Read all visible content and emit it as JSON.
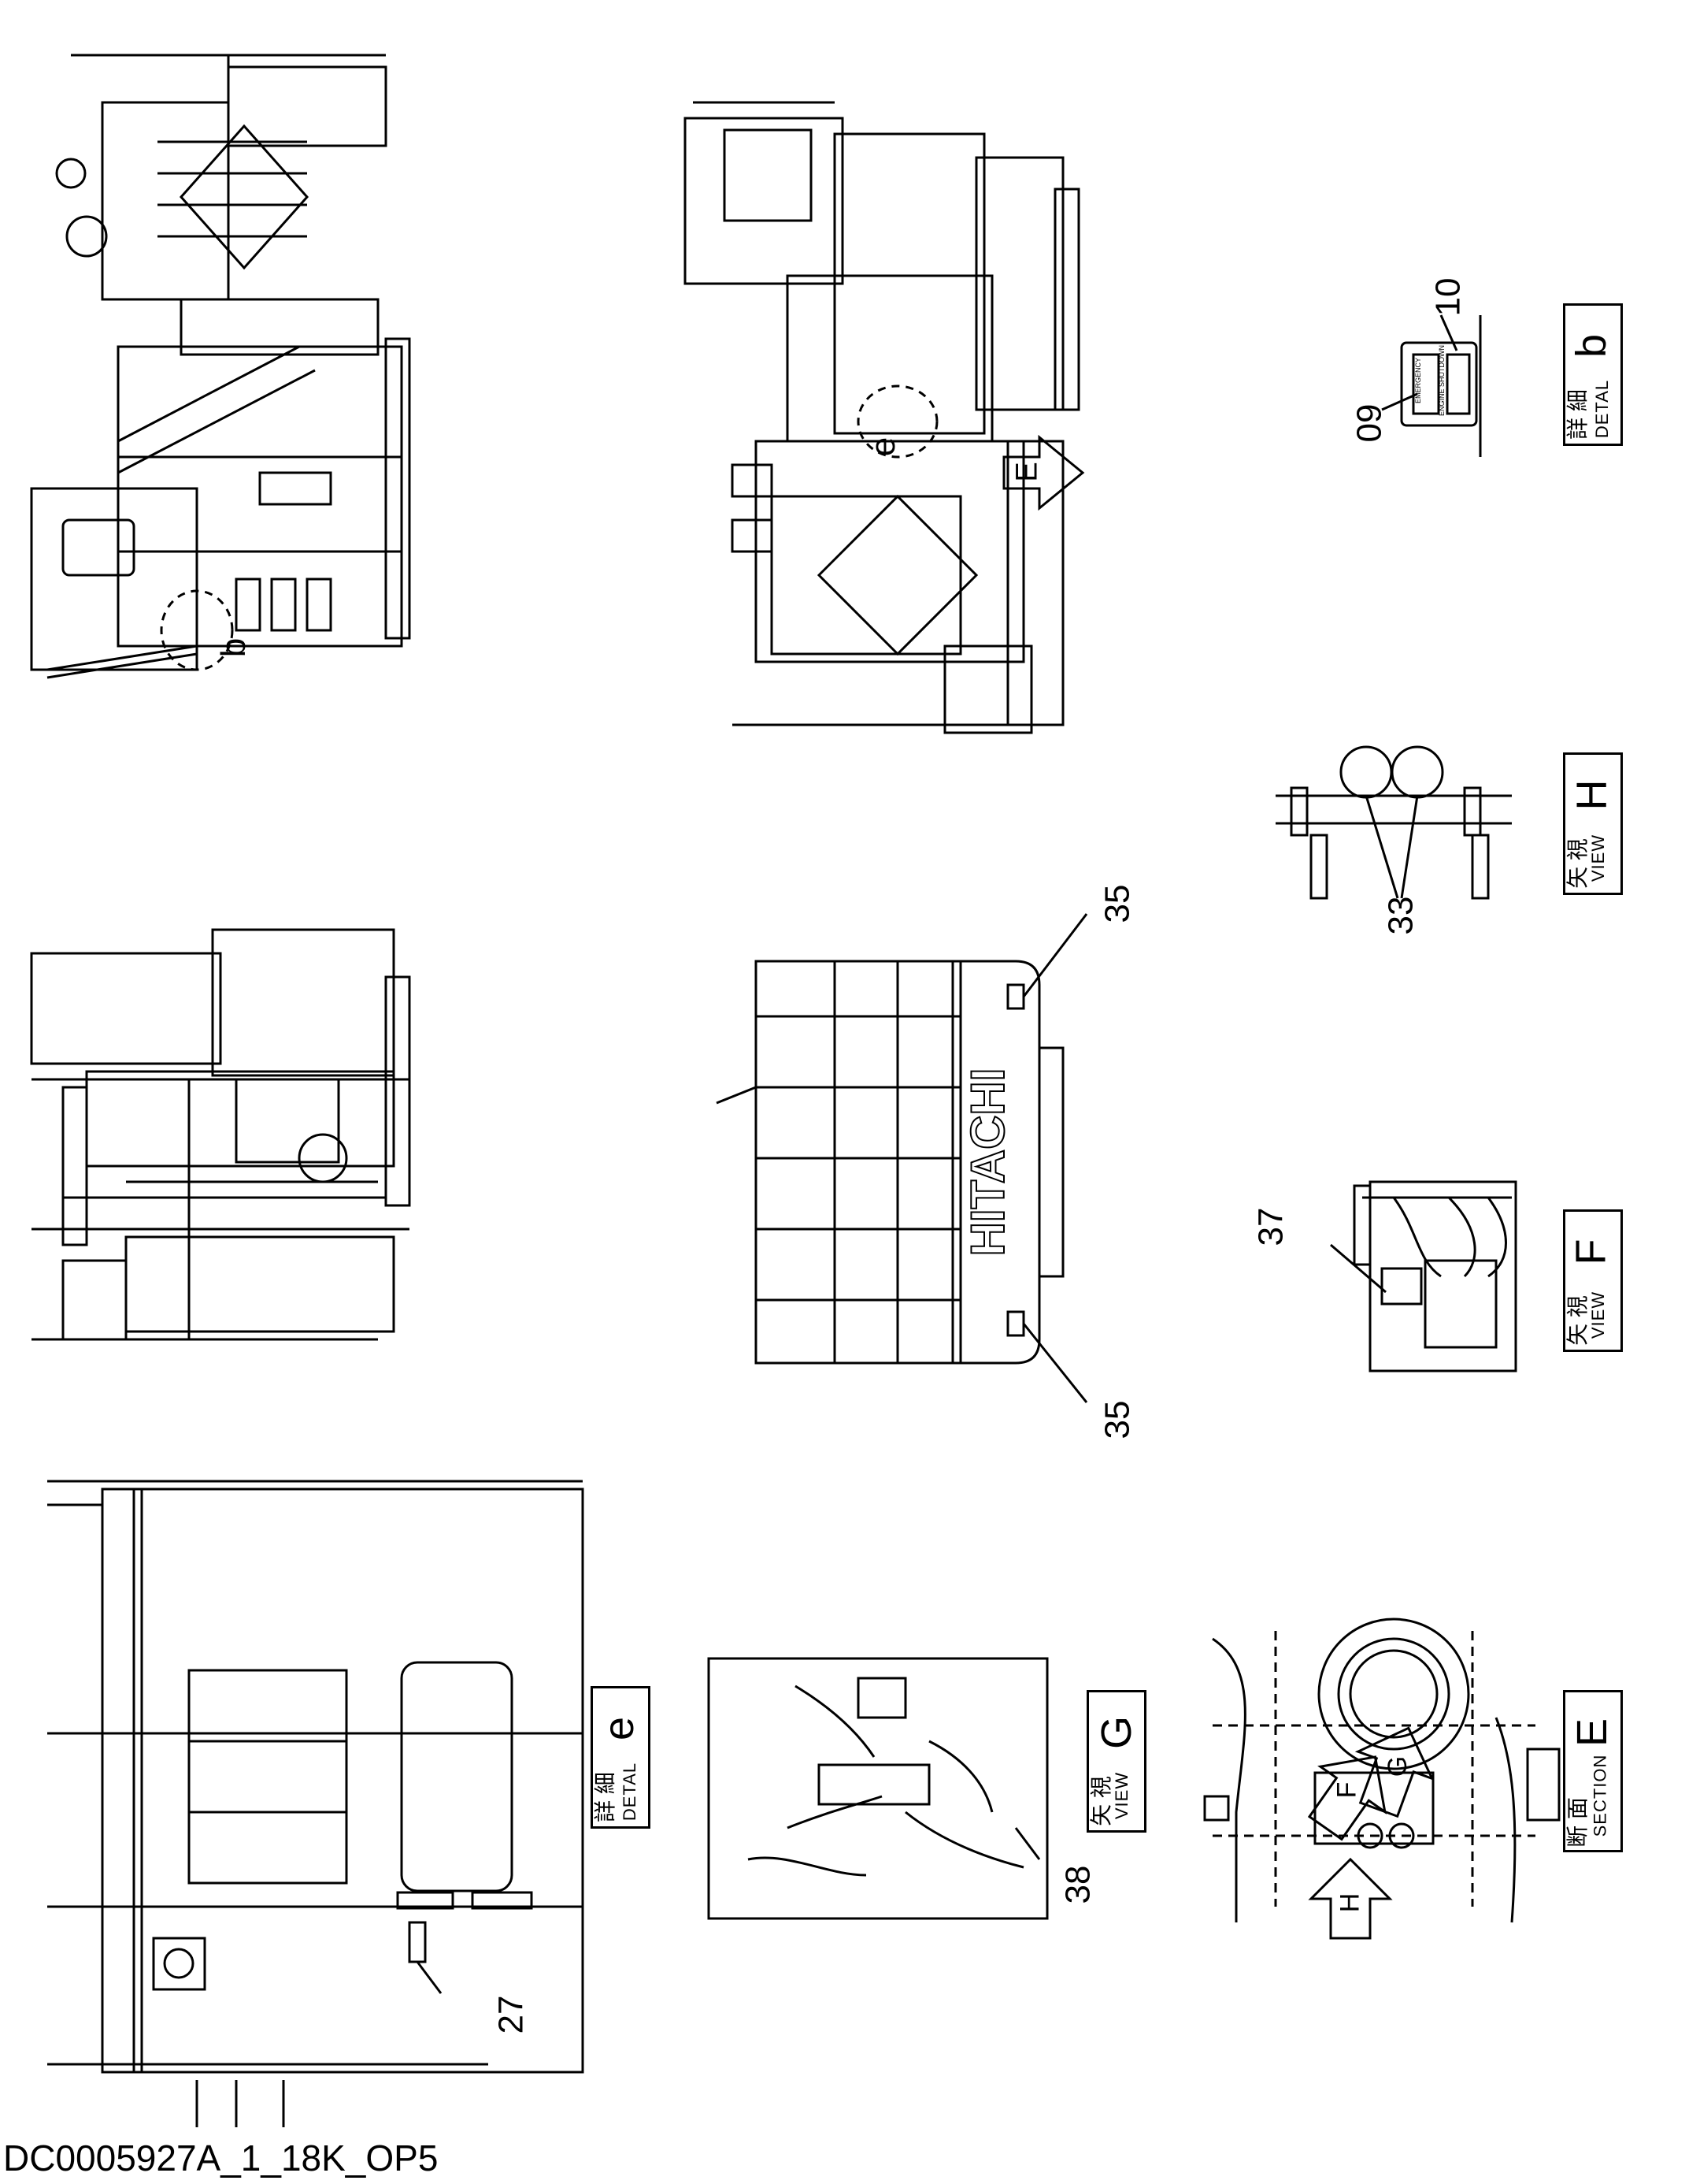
{
  "document_id": "DC0005927A_1_18K_OP5",
  "brand_text": "HITACHI",
  "callouts": {
    "n09": "09",
    "n10": "10",
    "n33": "33",
    "n35a": "35",
    "n35b": "35",
    "n37": "37",
    "n38": "38",
    "n27": "27",
    "b": "b",
    "e": "e",
    "E": "E",
    "F": "F",
    "G": "G",
    "H": "H"
  },
  "label_text": {
    "line1": "EMERGENCY",
    "line2": "ENGINE SHUTDOWN"
  },
  "tags": {
    "detail_b": {
      "jp": "詳 細",
      "en": "DETAL",
      "letter": "b"
    },
    "view_h": {
      "jp": "矢 視",
      "en": "VIEW",
      "letter": "H"
    },
    "view_f": {
      "jp": "矢 視",
      "en": "VIEW",
      "letter": "F"
    },
    "detail_e": {
      "jp": "詳 細",
      "en": "DETAL",
      "letter": "e"
    },
    "view_g": {
      "jp": "矢 視",
      "en": "VIEW",
      "letter": "G"
    },
    "section_e": {
      "jp": "断 面",
      "en": "SECTION",
      "letter": "E"
    }
  }
}
